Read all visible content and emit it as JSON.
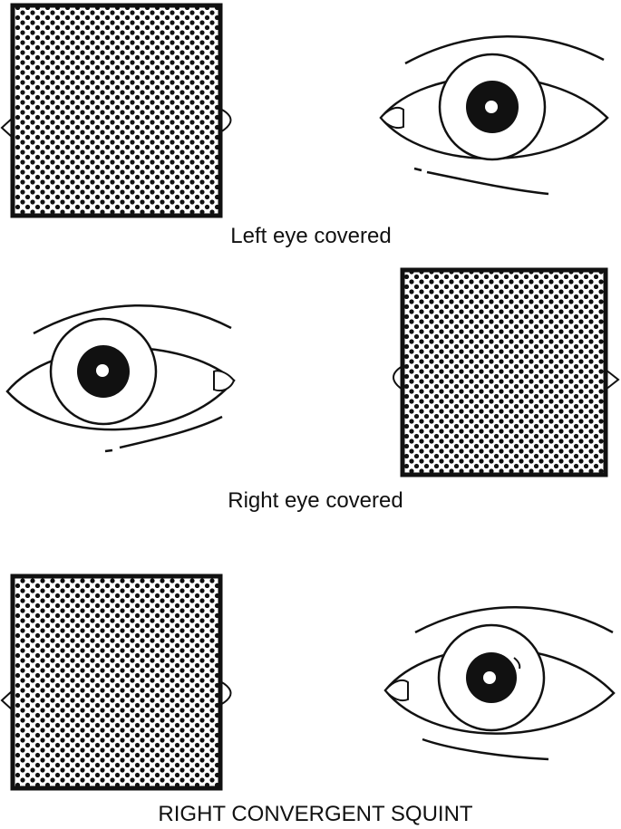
{
  "figure": {
    "panels": [
      {
        "caption": "Left eye covered",
        "covered_eye": "left",
        "visible_eye": "right"
      },
      {
        "caption": "Right eye covered",
        "covered_eye": "right",
        "visible_eye": "left"
      },
      {
        "caption": "RIGHT CONVERGENT SQUINT",
        "covered_eye": "left",
        "visible_eye": "right"
      }
    ],
    "colors": {
      "ink": "#111111",
      "occluder_dots": "#111111",
      "background": "#ffffff"
    },
    "icons": [
      "occluder-square-icon",
      "eye-icon",
      "iris-icon",
      "pupil-icon",
      "eyebrow-icon"
    ]
  }
}
